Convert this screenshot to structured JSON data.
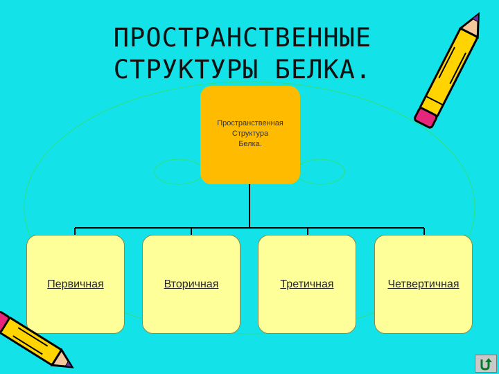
{
  "slide": {
    "title_line1": "ПРОСТРАНСТВЕННЫЕ",
    "title_line2": "СТРУКТУРЫ БЕЛКА."
  },
  "diagram": {
    "root": {
      "line1": "Пространственная",
      "line2": "Структура",
      "line3": "Белка."
    },
    "children": [
      {
        "label": "Первичная"
      },
      {
        "label": "Вторичная"
      },
      {
        "label": "Третичная"
      },
      {
        "label": "Четвертичная"
      }
    ]
  },
  "colors": {
    "background": "#13e3e8",
    "root_fill": "#ffbb00",
    "child_fill": "#ffff9a",
    "ellipse_stroke": "#2fe07a"
  },
  "icons": {
    "top_right": "pencil-icon",
    "bottom_left": "pencil-icon",
    "bottom_right": "return-arrow-icon"
  }
}
